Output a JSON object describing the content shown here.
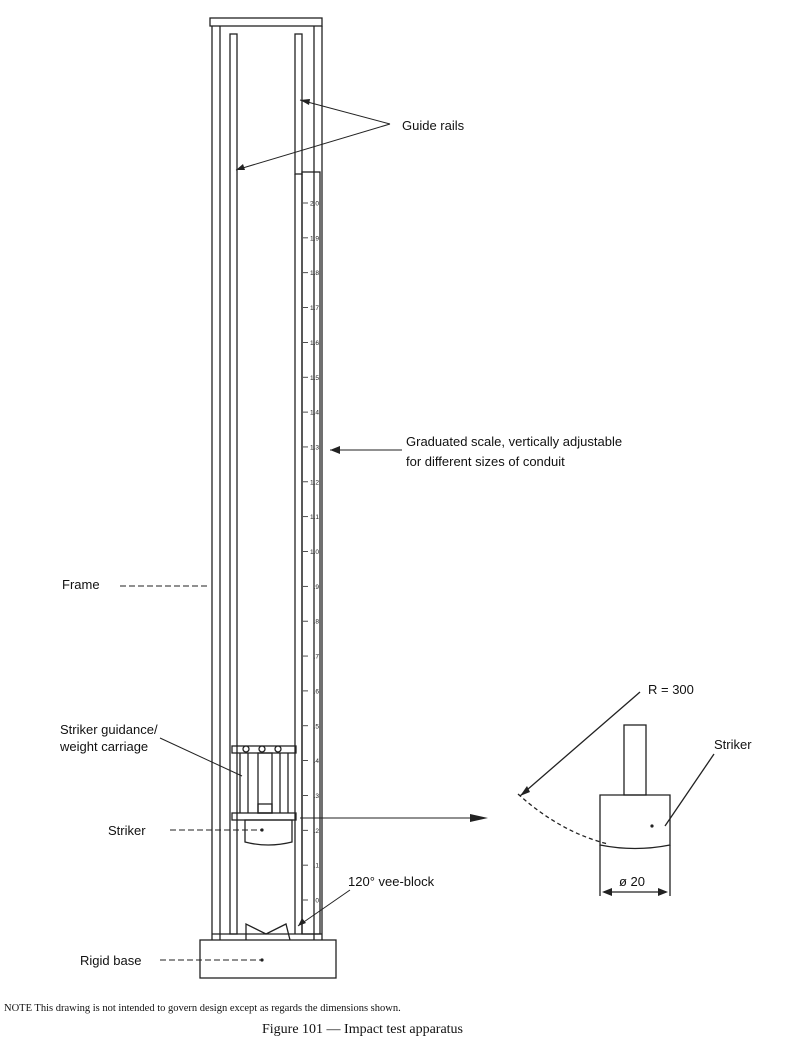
{
  "labels": {
    "guide_rails": "Guide rails",
    "graduated_scale_line1": "Graduated scale, vertically adjustable",
    "graduated_scale_line2": "for different sizes of conduit",
    "frame": "Frame",
    "striker_guidance_line1": "Striker guidance/",
    "striker_guidance_line2": "weight carriage",
    "striker_main": "Striker",
    "vee_block": "120° vee-block",
    "rigid_base": "Rigid base",
    "radius": "R = 300",
    "striker_detail": "Striker",
    "diameter": "ø 20"
  },
  "scale_ticks": [
    "2.0",
    "1.9",
    "1.8",
    "1.7",
    "1.6",
    "1.5",
    "1.4",
    "1.3",
    "1.2",
    "1.1",
    "1.0",
    ".9",
    ".8",
    ".7",
    ".6",
    ".5",
    ".4",
    ".3",
    ".2",
    ".1",
    "0"
  ],
  "note": "NOTE   This drawing is not intended to govern design except as regards the dimensions shown.",
  "caption": "Figure 101 — Impact test apparatus"
}
